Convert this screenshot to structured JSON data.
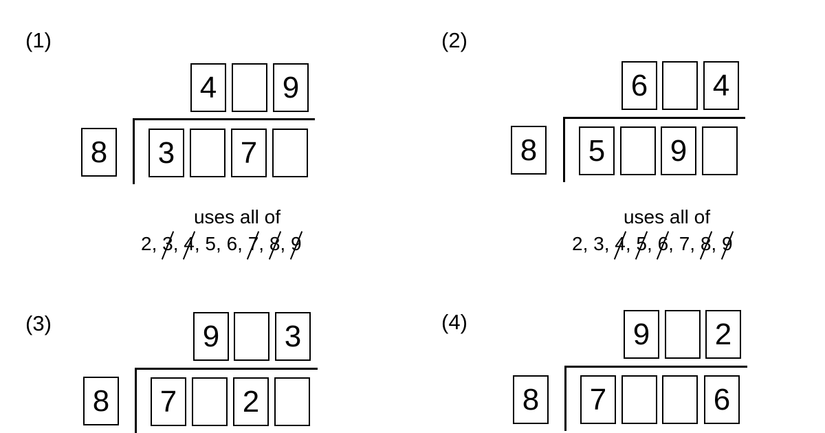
{
  "problems": [
    {
      "label": "(1)",
      "divisor": "8",
      "quotient": [
        "4",
        "",
        "9"
      ],
      "dividend": [
        "3",
        "",
        "7",
        ""
      ],
      "note": "uses all of",
      "digits": [
        {
          "value": "2",
          "crossed": false
        },
        {
          "value": "3",
          "crossed": true
        },
        {
          "value": "4",
          "crossed": true
        },
        {
          "value": "5",
          "crossed": false
        },
        {
          "value": "6",
          "crossed": false
        },
        {
          "value": "7",
          "crossed": true
        },
        {
          "value": "8",
          "crossed": true
        },
        {
          "value": "9",
          "crossed": true
        }
      ]
    },
    {
      "label": "(2)",
      "divisor": "8",
      "quotient": [
        "6",
        "",
        "4"
      ],
      "dividend": [
        "5",
        "",
        "9",
        ""
      ],
      "note": "uses all of",
      "digits": [
        {
          "value": "2",
          "crossed": false
        },
        {
          "value": "3",
          "crossed": false
        },
        {
          "value": "4",
          "crossed": true
        },
        {
          "value": "5",
          "crossed": true
        },
        {
          "value": "6",
          "crossed": true
        },
        {
          "value": "7",
          "crossed": false
        },
        {
          "value": "8",
          "crossed": true
        },
        {
          "value": "9",
          "crossed": true
        }
      ]
    },
    {
      "label": "(3)",
      "divisor": "8",
      "quotient": [
        "9",
        "",
        "3"
      ],
      "dividend": [
        "7",
        "",
        "2",
        ""
      ]
    },
    {
      "label": "(4)",
      "divisor": "8",
      "quotient": [
        "9",
        "",
        "2"
      ],
      "dividend": [
        "7",
        "",
        "",
        "6"
      ]
    }
  ]
}
